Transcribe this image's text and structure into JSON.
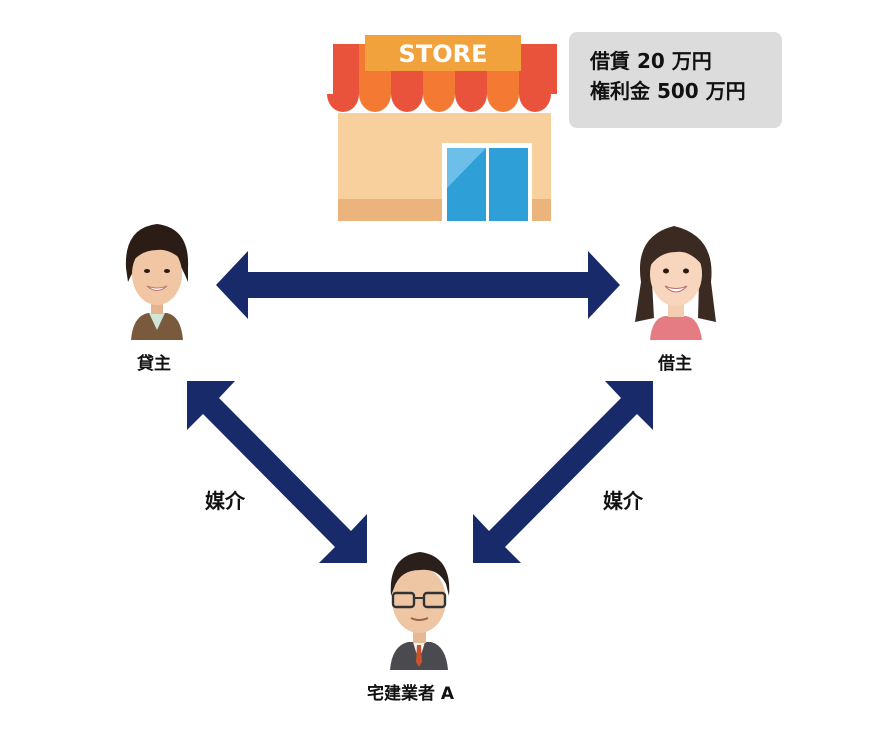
{
  "store": {
    "sign_text": "STORE",
    "colors": {
      "awning_red": "#e9523b",
      "awning_orange": "#f47a33",
      "sign": "#f2a23c",
      "wall": "#f8d09d",
      "wall_base": "#ebb47c",
      "door": "#2f9fd7"
    }
  },
  "info_box": {
    "lines": [
      "借賃 20 万円",
      "権利金 500 万円"
    ]
  },
  "people": {
    "landlord": {
      "label": "貸主",
      "icon": "woman-avatar-icon"
    },
    "tenant": {
      "label": "借主",
      "icon": "young-woman-avatar-icon"
    },
    "broker": {
      "label": "宅建業者 A",
      "icon": "man-with-glasses-avatar-icon"
    }
  },
  "arrows": {
    "color": "#182a6a",
    "left_label": "媒介",
    "right_label": "媒介"
  }
}
